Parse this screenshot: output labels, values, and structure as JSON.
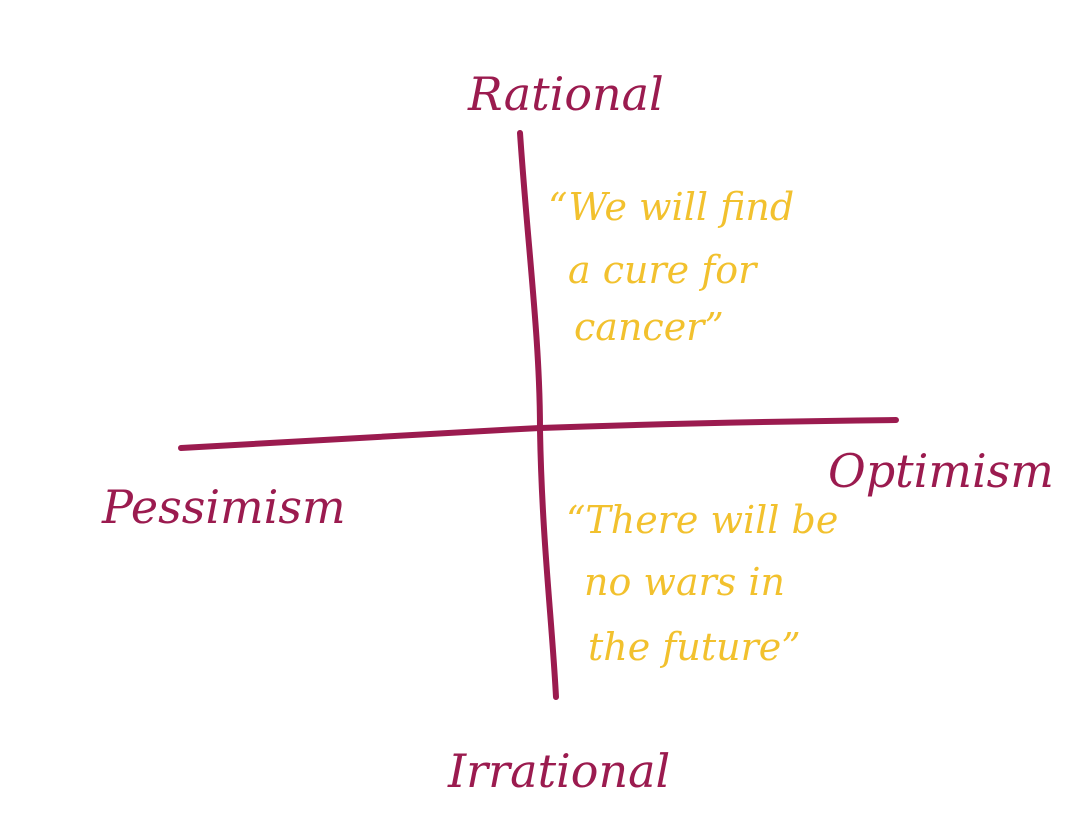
{
  "colors": {
    "axis": "#9b1b4f",
    "quote": "#f2c12e",
    "background": "#ffffff"
  },
  "axes": {
    "top": "Rational",
    "bottom": "Irrational",
    "left": "Pessimism",
    "right": "Optimism"
  },
  "quotes": {
    "upper_right": {
      "lines": [
        "“We will find",
        "a cure for",
        "cancer”"
      ]
    },
    "lower_right": {
      "lines": [
        "“There will be",
        "no wars in",
        "the future”"
      ]
    }
  }
}
